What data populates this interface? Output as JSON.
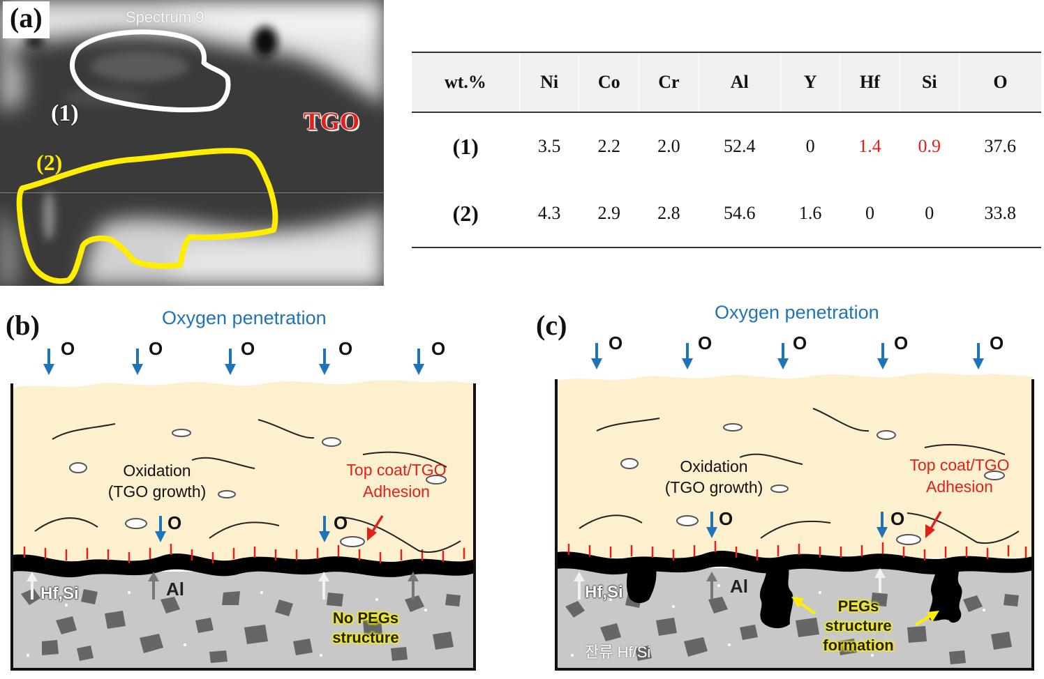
{
  "panel_a": {
    "label": "(a)",
    "spectrum_label": "Spectrum 9",
    "region_1": "(1)",
    "region_2": "(2)",
    "tgo_label": "TGO"
  },
  "table": {
    "headers": [
      "wt.%",
      "Ni",
      "Co",
      "Cr",
      "Al",
      "Y",
      "Hf",
      "Si",
      "O"
    ],
    "rows": [
      {
        "label": "(1)",
        "values": [
          "3.5",
          "2.2",
          "2.0",
          "52.4",
          "0",
          "1.4",
          "0.9",
          "37.6"
        ]
      },
      {
        "label": "(2)",
        "values": [
          "4.3",
          "2.9",
          "2.8",
          "54.6",
          "1.6",
          "0",
          "0",
          "33.8"
        ]
      }
    ],
    "highlight_color": "#e0201b"
  },
  "panel_b": {
    "label": "(b)",
    "title": "Oxygen penetration",
    "o_symbol": "O",
    "oxidation_line1": "Oxidation",
    "oxidation_line2": "(TGO growth)",
    "adhesion_line1": "Top coat/TGO",
    "adhesion_line2": "Adhesion",
    "hfsi": "Hf,Si",
    "al": "Al",
    "note_line1": "No PEGs",
    "note_line2": "structure"
  },
  "panel_c": {
    "label": "(c)",
    "title": "Oxygen penetration",
    "o_symbol": "O",
    "oxidation_line1": "Oxidation",
    "oxidation_line2": "(TGO growth)",
    "adhesion_line1": "Top coat/TGO",
    "adhesion_line2": "Adhesion",
    "hfsi": "Hf,Si",
    "al": "Al",
    "note_line1": "PEGs",
    "note_line2": "structure",
    "note_line3": "formation",
    "residual": "잔류 Hf/Si"
  },
  "colors": {
    "topcoat": "#fdf0cf",
    "substrate": "#c8c8c8",
    "tgo": "#000000",
    "arrow_blue": "#1f73b7",
    "outline_yellow": "#ffee00"
  }
}
